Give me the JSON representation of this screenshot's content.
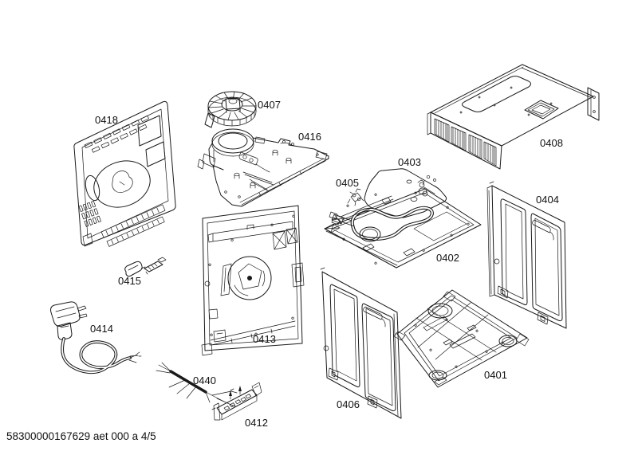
{
  "page": {
    "footer_code": "58300000167629 aet 000 a 4/5",
    "background_color": "#ffffff",
    "line_color": "#1a1a1a"
  },
  "diagram": {
    "kind": "appliance-exploded-parts-diagram",
    "parts": [
      {
        "id": "0418"
      },
      {
        "id": "0407"
      },
      {
        "id": "0416"
      },
      {
        "id": "0408"
      },
      {
        "id": "0403"
      },
      {
        "id": "0405"
      },
      {
        "id": "0404"
      },
      {
        "id": "0402"
      },
      {
        "id": "0415"
      },
      {
        "id": "0414"
      },
      {
        "id": "0413"
      },
      {
        "id": "0440"
      },
      {
        "id": "0401"
      },
      {
        "id": "0406"
      },
      {
        "id": "0412"
      }
    ]
  }
}
